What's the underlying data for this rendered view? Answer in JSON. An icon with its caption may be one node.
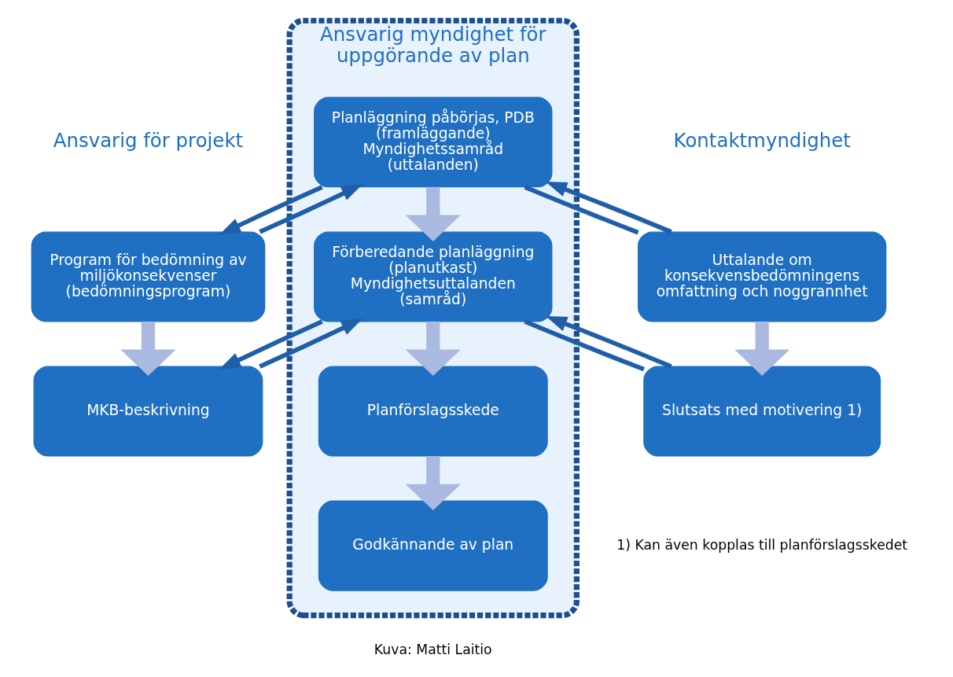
{
  "diagram": {
    "nodes": [
      {
        "text": [
          "Ansvarig myndighet för uppgörande av plan"
        ]
      },
      {
        "text": [
          "Program för bedömning av miljökonsekvenser (bedömningsprogram)"
        ]
      },
      {
        "text": [
          "MKB-beskrivning"
        ]
      },
      {
        "text": [
          "Planläggning påbörjas, PDB (framläggande) Myndighetssamråd (uttalanden)"
        ],
        "in": 0
      },
      {
        "text": [
          "Förberedande planläggning (planutkast) Myndighetsuttalanden (samråd)"
        ],
        "in": 0
      },
      {
        "text": [
          "Planförslagsskede"
        ],
        "in": 0
      },
      {
        "text": [
          "Godkännande av plan"
        ],
        "in": 0
      },
      {
        "text": [
          "Uttalande om konsekvensbedömningens omfattning och noggrannhet"
        ]
      },
      {
        "text": [
          "Slutsats med motivering 1)"
        ]
      }
    ],
    "edges": [
      {
        "from": 1,
        "to": 3,
        "arrow": "to"
      },
      {
        "from": 3,
        "to": 1,
        "arrow": "to"
      },
      {
        "from": 7,
        "to": 3,
        "arrow": "to"
      },
      {
        "from": 3,
        "to": 7,
        "arrow": "none"
      },
      {
        "from": 2,
        "to": 4,
        "arrow": "to"
      },
      {
        "from": 4,
        "to": 2,
        "arrow": "to"
      },
      {
        "from": 8,
        "to": 4,
        "arrow": "to"
      },
      {
        "from": 4,
        "to": 8,
        "arrow": "none"
      },
      {
        "from": 1,
        "to": 2,
        "arrow": "to",
        "style": "thick",
        "color": "#a9b9df"
      },
      {
        "from": 3,
        "to": 4,
        "arrow": "to",
        "style": "thick",
        "color": "#a9b9df"
      },
      {
        "from": 4,
        "to": 5,
        "arrow": "to",
        "style": "thick",
        "color": "#a9b9df"
      },
      {
        "from": 5,
        "to": 6,
        "arrow": "to",
        "style": "thick",
        "color": "#a9b9df"
      },
      {
        "from": 7,
        "to": 8,
        "arrow": "to",
        "style": "thick",
        "color": "#a9b9df"
      }
    ],
    "labels": [
      "Ansvarig för projekt",
      "Kontaktmyndighet",
      "1) Kan även kopplas till planförslagsskedet",
      "Kuva: Matti Laitio"
    ]
  }
}
